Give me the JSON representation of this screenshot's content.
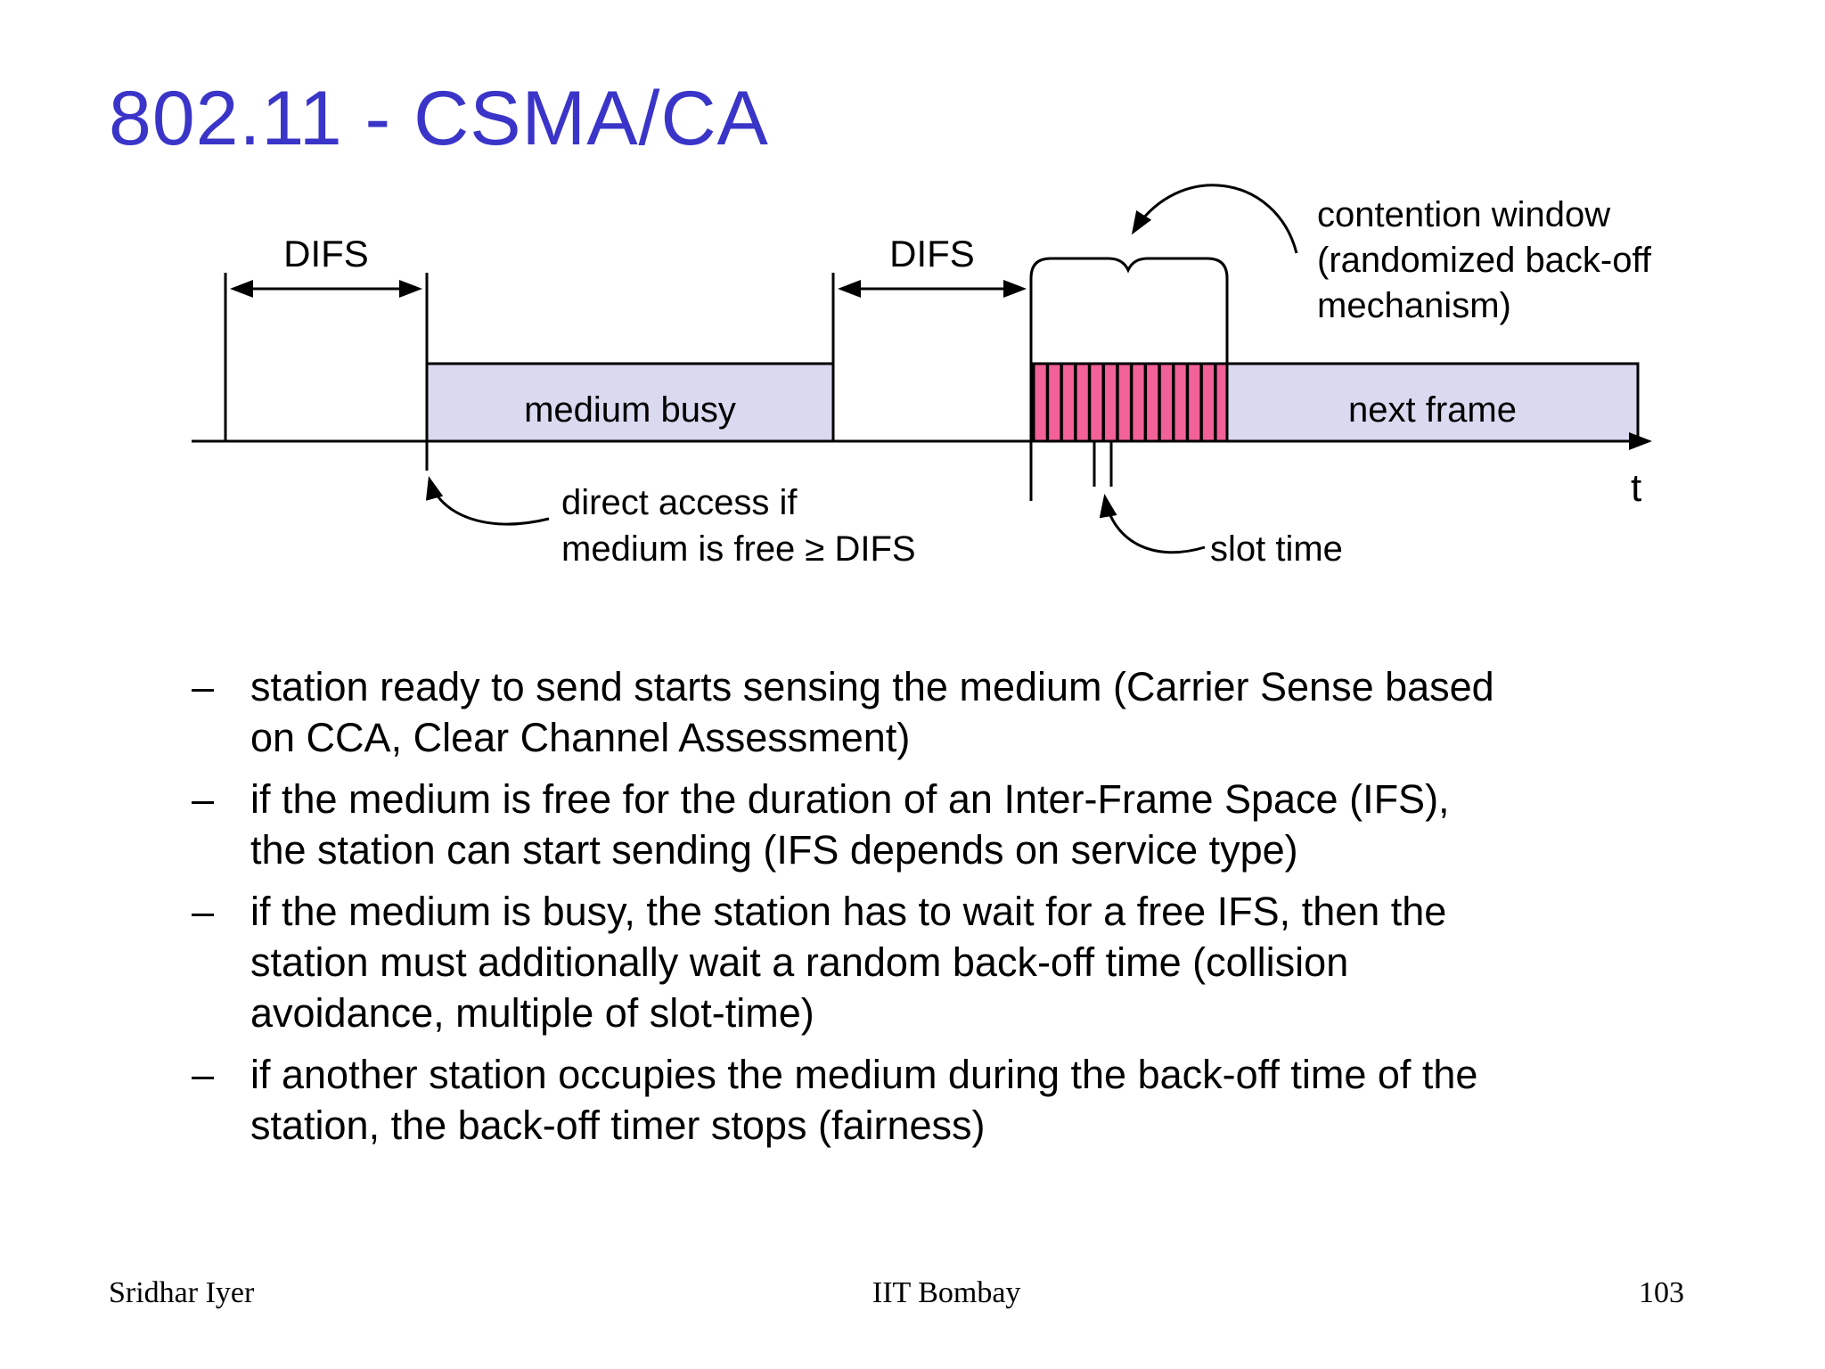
{
  "slide": {
    "title": "802.11 - CSMA/CA",
    "bullet_marker": "–",
    "bullets": [
      {
        "text": "station ready to send starts sensing the medium (Carrier Sense based\non CCA, Clear Channel Assessment)"
      },
      {
        "text": "if the medium is free for the duration of an Inter-Frame Space (IFS),\nthe station can start sending (IFS depends on service type)"
      },
      {
        "text": "if the medium is busy, the station has to wait for a free IFS, then the\nstation must additionally wait a random back-off time (collision\navoidance, multiple of slot-time)"
      },
      {
        "text": "if another station occupies the medium during the back-off time of the\nstation, the back-off timer stops (fairness)"
      }
    ],
    "footer": {
      "author": "Sridhar Iyer",
      "institution": "IIT Bombay",
      "page_number": "103"
    }
  },
  "diagram": {
    "difs_label_1": "DIFS",
    "difs_label_2": "DIFS",
    "medium_busy_label": "medium busy",
    "next_frame_label": "next frame",
    "contention_label": "contention window\n(randomized back-off\nmechanism)",
    "slot_time_label": "slot time",
    "direct_access_label": "direct access if\nmedium is free ≥ DIFS",
    "time_axis_label": "t",
    "colors": {
      "title_blue": "#3a35c8",
      "frame_fill": "#d9d9f0",
      "contention_fill": "#f26198",
      "line_black": "#000000"
    }
  }
}
